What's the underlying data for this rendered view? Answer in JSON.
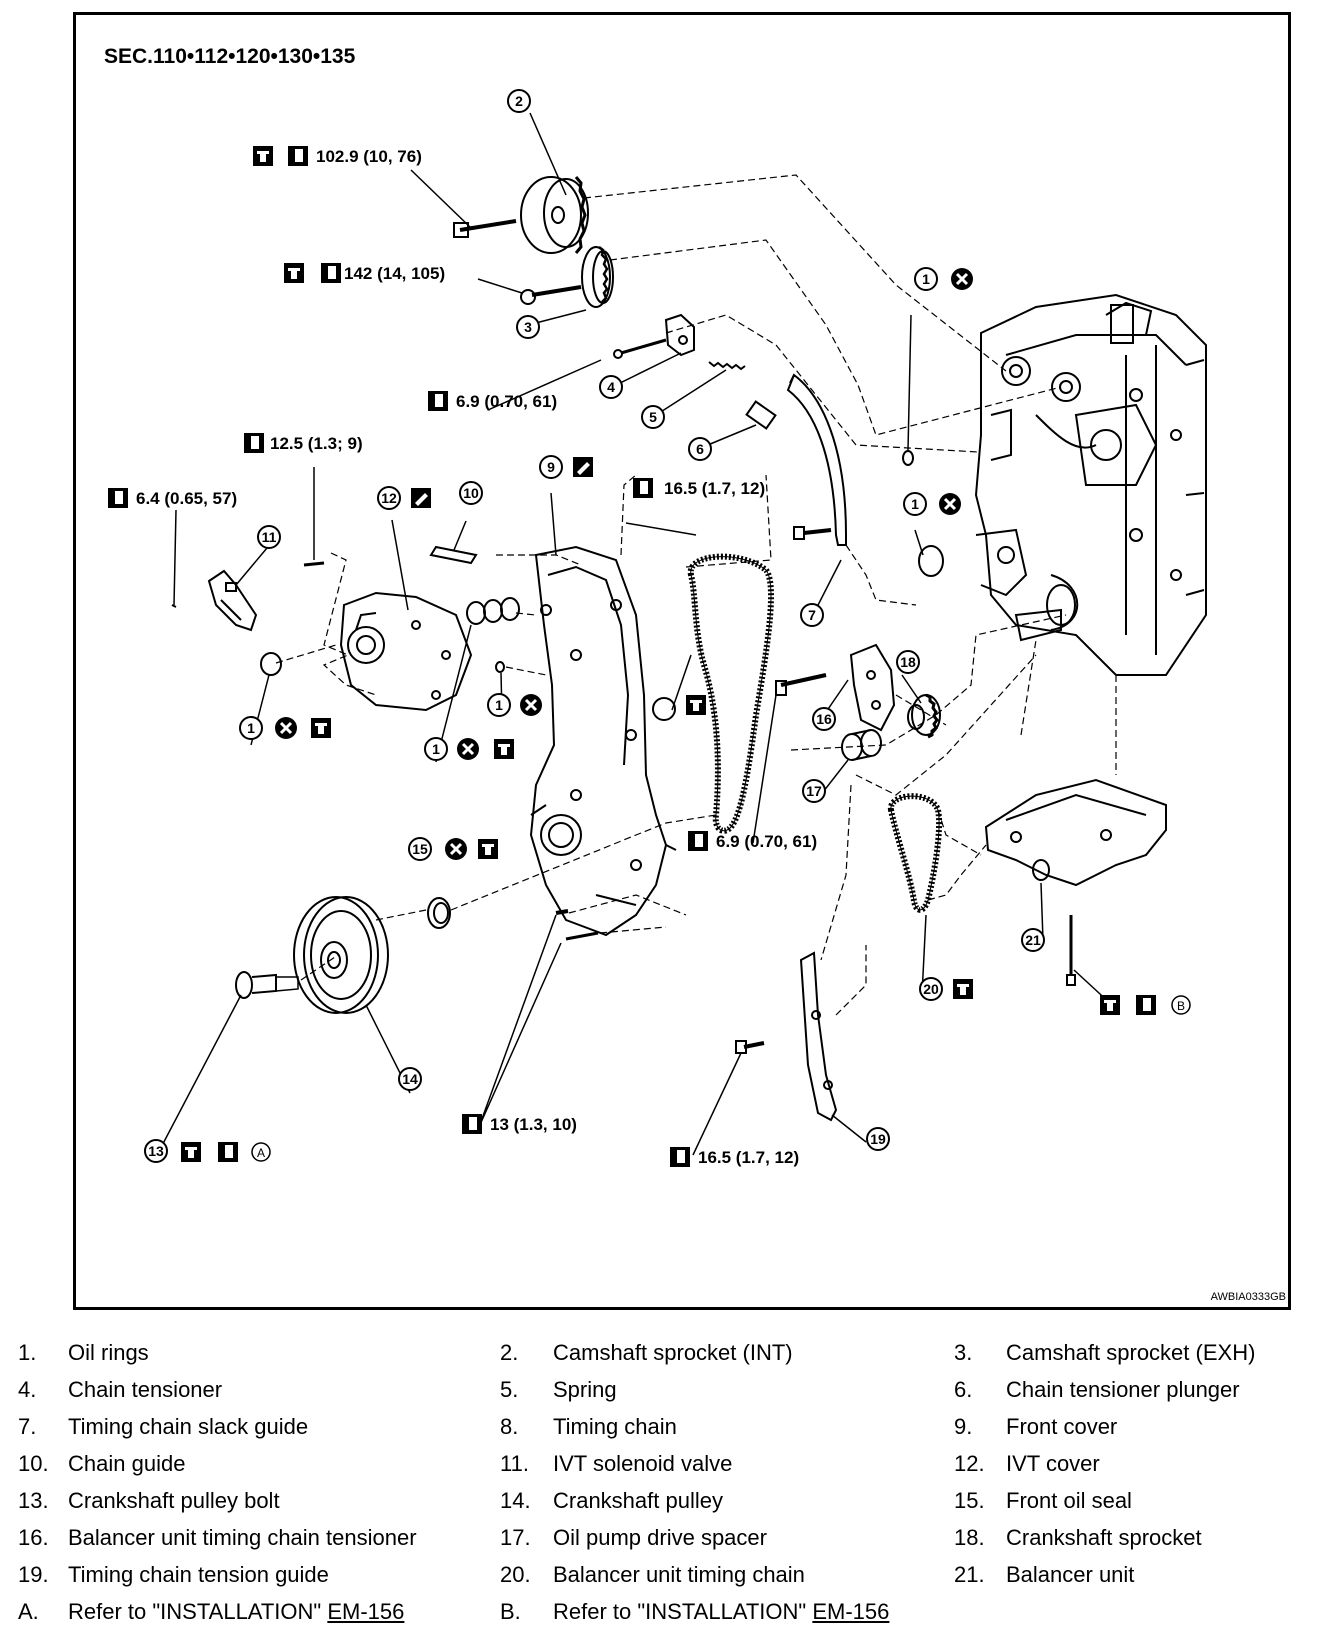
{
  "section_title": "SEC.110•112•120•130•135",
  "figure_code": "AWBIA0333GB",
  "torque_specs": {
    "t1": "102.9 (10, 76)",
    "t2": "142 (14, 105)",
    "t3": "6.9 (0.70, 61)",
    "t4": "12.5 (1.3; 9)",
    "t5": "6.4 (0.65, 57)",
    "t6": "16.5 (1.7, 12)",
    "t7": "6.9 (0.70, 61)",
    "t8": "13 (1.3, 10)",
    "t9": "16.5 (1.7, 12)"
  },
  "callouts": [
    "1",
    "2",
    "3",
    "4",
    "5",
    "6",
    "7",
    "9",
    "10",
    "11",
    "12",
    "13",
    "14",
    "15",
    "16",
    "17",
    "18",
    "19",
    "20",
    "21",
    "A",
    "B"
  ],
  "legend": [
    [
      {
        "num": "1.",
        "text": "Oil rings"
      },
      {
        "num": "2.",
        "text": "Camshaft sprocket (INT)"
      },
      {
        "num": "3.",
        "text": "Camshaft sprocket (EXH)"
      }
    ],
    [
      {
        "num": "4.",
        "text": "Chain tensioner"
      },
      {
        "num": "5.",
        "text": "Spring"
      },
      {
        "num": "6.",
        "text": "Chain tensioner plunger"
      }
    ],
    [
      {
        "num": "7.",
        "text": "Timing chain slack guide"
      },
      {
        "num": "8.",
        "text": "Timing chain"
      },
      {
        "num": "9.",
        "text": "Front cover"
      }
    ],
    [
      {
        "num": "10.",
        "text": "Chain guide"
      },
      {
        "num": "11.",
        "text": "IVT solenoid valve"
      },
      {
        "num": "12.",
        "text": "IVT cover"
      }
    ],
    [
      {
        "num": "13.",
        "text": "Crankshaft pulley bolt"
      },
      {
        "num": "14.",
        "text": "Crankshaft pulley"
      },
      {
        "num": "15.",
        "text": "Front oil seal"
      }
    ],
    [
      {
        "num": "16.",
        "text": "Balancer unit timing chain tensioner"
      },
      {
        "num": "17.",
        "text": "Oil pump drive spacer"
      },
      {
        "num": "18.",
        "text": "Crankshaft sprocket"
      }
    ],
    [
      {
        "num": "19.",
        "text": "Timing chain tension guide"
      },
      {
        "num": "20.",
        "text": "Balancer unit timing chain"
      },
      {
        "num": "21.",
        "text": "Balancer unit"
      }
    ]
  ],
  "legend_refs": [
    {
      "num": "A.",
      "text": "Refer to \"INSTALLATION\"",
      "link": "EM-156"
    },
    {
      "num": "B.",
      "text": "Refer to \"INSTALLATION\"",
      "link": "EM-156"
    }
  ]
}
